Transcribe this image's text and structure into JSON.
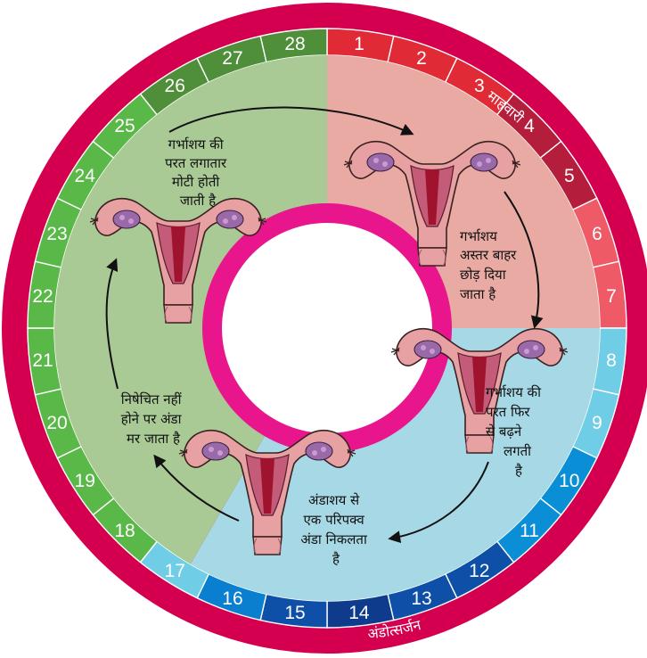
{
  "diagram": {
    "days": [
      "1",
      "2",
      "3",
      "4",
      "5",
      "6",
      "7",
      "8",
      "9",
      "10",
      "11",
      "12",
      "13",
      "14",
      "15",
      "16",
      "17",
      "18",
      "19",
      "20",
      "21",
      "22",
      "23",
      "24",
      "25",
      "26",
      "27",
      "28"
    ],
    "day_colors": [
      "#e02b36",
      "#e02b36",
      "#e02b36",
      "#b41e3c",
      "#b41e3c",
      "#ee5a66",
      "#ee5a66",
      "#6fcde6",
      "#6fcde6",
      "#0a8fd6",
      "#0a8fd6",
      "#0e4fa8",
      "#0e4fa8",
      "#0e3b8c",
      "#0e4fa8",
      "#0a7fd0",
      "#6fcde6",
      "#5ab848",
      "#5ab848",
      "#5ab848",
      "#5ab848",
      "#5ab848",
      "#5ab848",
      "#5ab848",
      "#5ab848",
      "#4f8f3a",
      "#4f8f3a",
      "#4f8f3a"
    ],
    "outer_ring_color": "#d4004f",
    "inner_ring_color": "#e8158c",
    "quadrant_colors": {
      "menstrual": "#e8aaa2",
      "follicular": "#a7d8e6",
      "luteal": "#a9c995"
    },
    "outer_labels": {
      "menstruation": "माहवारी",
      "ovulation": "अंडोत्सर्जन"
    },
    "stages": {
      "lining_thickens": [
        "गर्भाशय की",
        "परत लगातार",
        "मोटी होती",
        "जाती है"
      ],
      "lining_shed": [
        "गर्भाशय",
        "अस्तर बाहर",
        "छोड़ दिया",
        "जाता है"
      ],
      "lining_regrows": [
        "गर्भाशय की",
        "परत फिर",
        "से बढ़ने",
        "लगती",
        "है"
      ],
      "egg_released": [
        "अंडाशय से",
        "एक परिपक्व",
        "अंडा निकलता",
        "है"
      ],
      "egg_dies": [
        "निषेचित नहीं",
        "होने पर अंडा",
        "मर जाता है"
      ]
    },
    "icons": [
      "uterus-icon"
    ]
  }
}
